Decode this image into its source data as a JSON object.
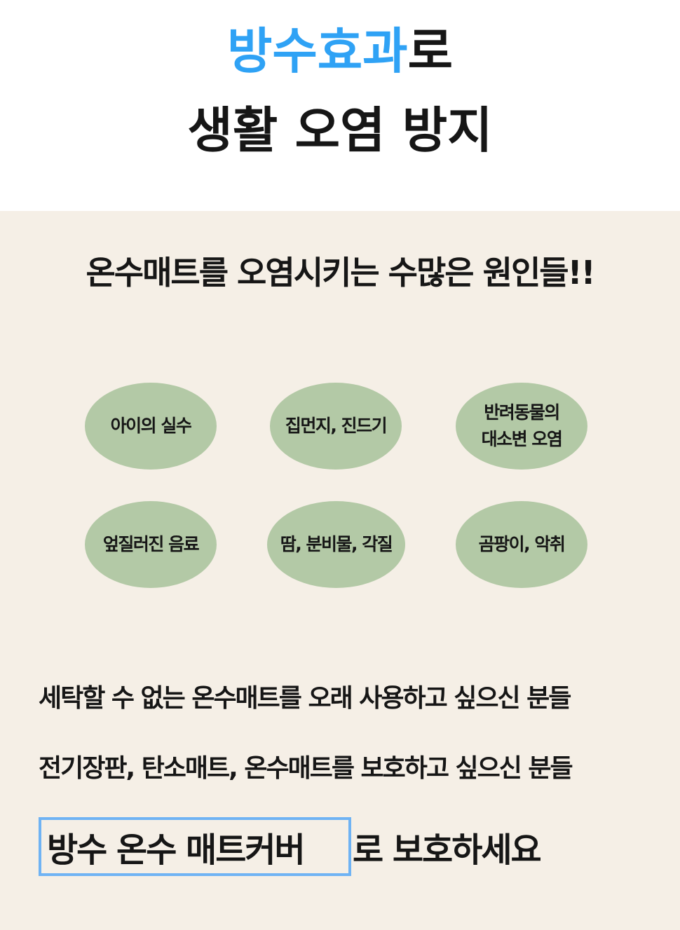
{
  "header": {
    "title_line1": {
      "accent_text": "방수효과",
      "rest_text": "로"
    },
    "title_line2": "생활 오염 방지"
  },
  "content": {
    "subtitle": "온수매트를 오염시키는 수많은 원인들!!",
    "causes": [
      {
        "label": "아이의 실수"
      },
      {
        "label": "집먼지, 진드기"
      },
      {
        "label": "반려동물의\n대소변 오염"
      },
      {
        "label": "엎질러진 음료"
      },
      {
        "label": "땀, 분비물, 각질"
      },
      {
        "label": "곰팡이, 악취"
      }
    ],
    "targets": [
      "세탁할 수 없는 온수매트를 오래 사용하고 싶으신 분들",
      "전기장판, 탄소매트, 온수매트를 보호하고 싶으신 분들"
    ],
    "cta": {
      "highlight_text": "방수 온수 매트커버",
      "rest_text": "로 보호하세요"
    }
  },
  "colors": {
    "accent_blue": "#2fa2f5",
    "text_dark": "#161616",
    "background_beige": "#f5efe6",
    "bubble_green": "#b3c9a6",
    "highlight_border": "#6fb3f4"
  }
}
